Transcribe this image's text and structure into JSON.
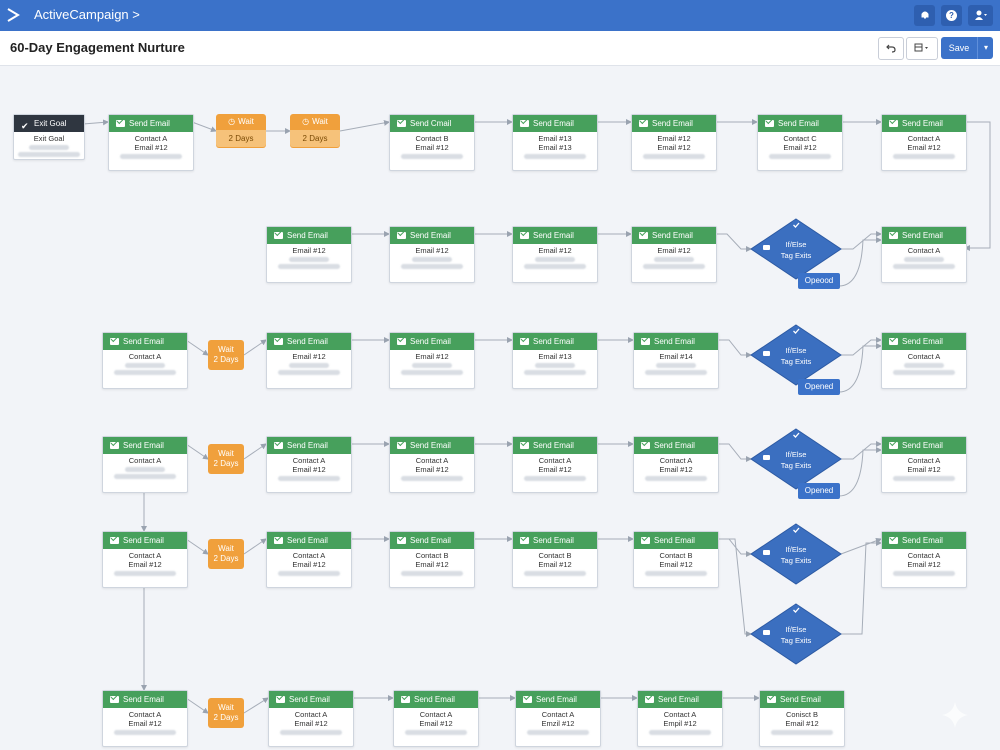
{
  "app": {
    "brand": "ActiveCampaign",
    "brand_chevron": ">",
    "page_title": "60-Day Engagement Nurture"
  },
  "topbar": {
    "notification_icon": "bell-icon",
    "help_label": "?",
    "user_icon": "user-icon"
  },
  "toolbar": {
    "save_label": "Save",
    "save_dropdown": "▾"
  },
  "colors": {
    "brand_blue": "#3b72c9",
    "send_email_green": "#47a05c",
    "wait_orange": "#f0a03c",
    "condition_blue": "#3b6fc0",
    "exit_dark": "#2f3640"
  },
  "rows": [
    [
      {
        "kind": "exit",
        "title": "Exit Goal",
        "l1": "Exit Goal"
      },
      {
        "kind": "email",
        "title": "Send Email",
        "l1": "Contact A",
        "l2": "Email #12"
      },
      {
        "kind": "wait",
        "title": "Wait",
        "value": "2 Days"
      },
      {
        "kind": "wait",
        "title": "Wait",
        "value": "2 Days"
      },
      {
        "kind": "email",
        "title": "Send Cmail",
        "l1": "Contact B",
        "l2": "Email #12"
      },
      {
        "kind": "email",
        "title": "Send Email",
        "l1": "Email #13",
        "l2": "Email #13"
      },
      {
        "kind": "email",
        "title": "Send Email",
        "l1": "Email #12",
        "l2": "Email #12"
      },
      {
        "kind": "email",
        "title": "Send Email",
        "l1": "Contact C",
        "l2": "Email #12"
      },
      {
        "kind": "email",
        "title": "Send Email",
        "l1": "Contact A",
        "l2": "Email #12"
      }
    ],
    [
      {
        "kind": "email",
        "title": "Send Email",
        "l1": "Email #12"
      },
      {
        "kind": "email",
        "title": "Send Email",
        "l1": "Email #12"
      },
      {
        "kind": "email",
        "title": "Send Email",
        "l1": "Email #12"
      },
      {
        "kind": "email",
        "title": "Send Email",
        "l1": "Email #12"
      },
      {
        "kind": "condition",
        "l1": "If/Else",
        "l2": "Tag Exits",
        "badge": "Opeood"
      },
      {
        "kind": "email",
        "title": "Send Email",
        "l1": "Contact A"
      }
    ],
    [
      {
        "kind": "email",
        "title": "Send Email",
        "l1": "Contact A"
      },
      {
        "kind": "wait2",
        "title": "Wait",
        "value": "2 Days"
      },
      {
        "kind": "email",
        "title": "Send Email",
        "l1": "Email #12"
      },
      {
        "kind": "email",
        "title": "Send Email",
        "l1": "Email #12"
      },
      {
        "kind": "email",
        "title": "Send Email",
        "l1": "Email #13"
      },
      {
        "kind": "email",
        "title": "Send Email",
        "l1": "Email #14"
      },
      {
        "kind": "condition",
        "l1": "If/Else",
        "l2": "Tag Exits",
        "badge": "Opened"
      },
      {
        "kind": "email",
        "title": "Send Email",
        "l1": "Contact A"
      }
    ],
    [
      {
        "kind": "email",
        "title": "Send Email",
        "l1": "Contact A"
      },
      {
        "kind": "wait2",
        "title": "Wait",
        "value": "2 Days"
      },
      {
        "kind": "email",
        "title": "Send Email",
        "l1": "Contact A",
        "l2": "Email #12"
      },
      {
        "kind": "email",
        "title": "Send Email",
        "l1": "Contact A",
        "l2": "Email #12"
      },
      {
        "kind": "email",
        "title": "Send Email",
        "l1": "Contact A",
        "l2": "Email #12"
      },
      {
        "kind": "email",
        "title": "Send Email",
        "l1": "Contact A",
        "l2": "Email #12"
      },
      {
        "kind": "condition",
        "l1": "If/Else",
        "l2": "Tag Exits",
        "badge": "Opened"
      },
      {
        "kind": "email",
        "title": "Send Email",
        "l1": "Contact A",
        "l2": "Email #12"
      }
    ],
    [
      {
        "kind": "email",
        "title": "Send Email",
        "l1": "Contact A",
        "l2": "Email #12"
      },
      {
        "kind": "wait2",
        "title": "Wait",
        "value": "2 Days"
      },
      {
        "kind": "email",
        "title": "Send Email",
        "l1": "Contact A",
        "l2": "Email #12"
      },
      {
        "kind": "email",
        "title": "Send Email",
        "l1": "Contact B",
        "l2": "Email #12"
      },
      {
        "kind": "email",
        "title": "Send Email",
        "l1": "Contact B",
        "l2": "Email #12"
      },
      {
        "kind": "email",
        "title": "Send Email",
        "l1": "Contact B",
        "l2": "Email #12"
      },
      {
        "kind": "condition",
        "l1": "If/Else",
        "l2": "Tag Exits"
      },
      {
        "kind": "email",
        "title": "Send Email",
        "l1": "Contact A",
        "l2": "Email #12"
      },
      {
        "kind": "condition",
        "l1": "If/Else",
        "l2": "Tag Exits"
      }
    ],
    [
      {
        "kind": "email",
        "title": "Send Email",
        "l1": "Contact A",
        "l2": "Email #12"
      },
      {
        "kind": "wait2",
        "title": "Wait",
        "value": "2 Days"
      },
      {
        "kind": "email",
        "title": "Send Email",
        "l1": "Contact A",
        "l2": "Email #12"
      },
      {
        "kind": "email",
        "title": "Send Email",
        "l1": "Contact A",
        "l2": "Email #12"
      },
      {
        "kind": "email",
        "title": "Send Email",
        "l1": "Contact A",
        "l2": "Emzil #12"
      },
      {
        "kind": "email",
        "title": "Send Email",
        "l1": "Contact A",
        "l2": "Empil #12"
      },
      {
        "kind": "email",
        "title": "Send Email",
        "l1": "Conisct B",
        "l2": "Email #12"
      }
    ]
  ]
}
